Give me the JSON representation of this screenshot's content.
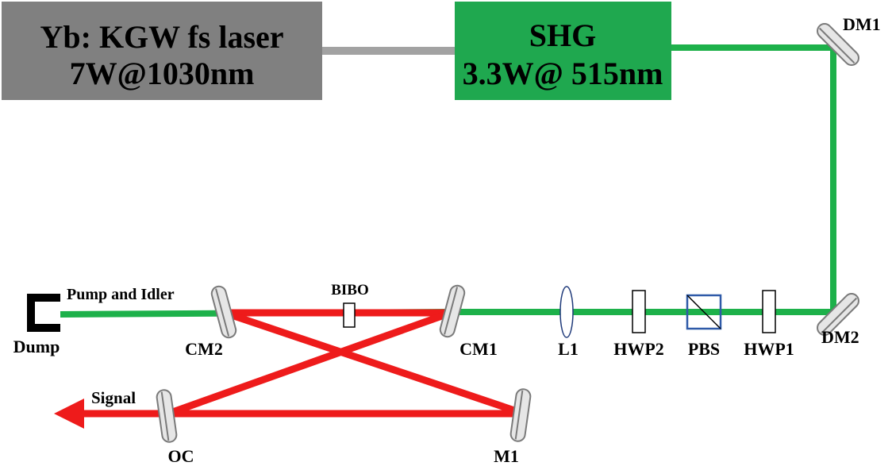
{
  "colors": {
    "pump_beam": "#1db14a",
    "ir_beam": "#a2a2a2",
    "cavity_beam": "#ee1b1b",
    "laser_box": "#808080",
    "shg_box": "#1fa84f",
    "mirror_face": "#e6e6e6",
    "mirror_edge": "#7a7a7a",
    "pbs_edge": "#2f5aa8",
    "text": "#000000"
  },
  "laser": {
    "line1": "Yb: KGW fs laser",
    "line2": "7W@1030nm"
  },
  "shg": {
    "line1": "SHG",
    "line2": "3.3W@ 515nm"
  },
  "labels": {
    "dm1": "DM1",
    "dm2": "DM2",
    "hwp1": "HWP1",
    "pbs": "PBS",
    "hwp2": "HWP2",
    "l1": "L1",
    "cm1": "CM1",
    "cm2": "CM2",
    "bibo": "BIBO",
    "m1": "M1",
    "oc": "OC",
    "dump": "Dump",
    "pump_idler": "Pump and Idler",
    "signal": "Signal"
  }
}
